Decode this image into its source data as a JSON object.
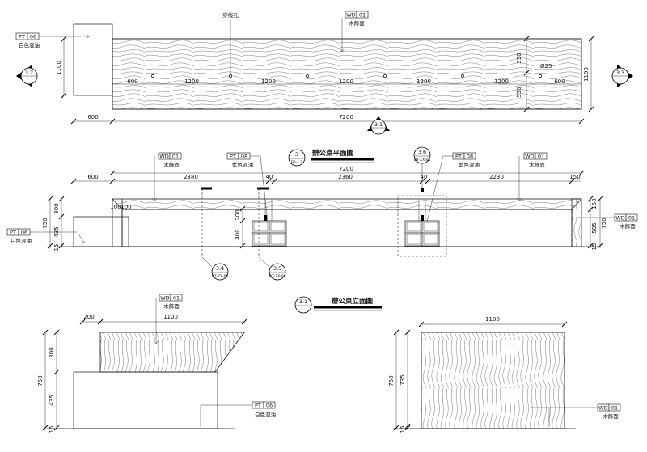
{
  "titles": {
    "plan": "辦公桌平面圖",
    "elevation": "辦公桌立面圖"
  },
  "materials": {
    "wood": {
      "code": "WD",
      "num": "01",
      "desc": "木飾面"
    },
    "white": {
      "code": "PT",
      "num": "06",
      "desc": "白色混油"
    },
    "blue": {
      "code": "PT",
      "num": "08",
      "desc": "藍色混油"
    }
  },
  "notes": {
    "cable_hole": "穿线孔",
    "diameter": "Ø25"
  },
  "bubbles": {
    "plan": {
      "num": "3",
      "ref": "FD-1.0"
    },
    "elev": {
      "num": "3.1",
      "ref": ""
    },
    "sec_a": {
      "num": "3.1",
      "ref": ""
    },
    "left_32": {
      "num": "3.2",
      "ref": ""
    },
    "right_33": {
      "num": "3.3",
      "ref": ""
    },
    "d34": {
      "num": "3.4",
      "ref": "DT-ZX-06"
    },
    "d35": {
      "num": "3.5",
      "ref": "DT-ZX-06"
    },
    "d36": {
      "num": "3.6",
      "ref": "DT-ZX-06"
    }
  },
  "dims": {
    "plan": {
      "depth": "1100",
      "half_a": "550",
      "half_b": "550",
      "seg": [
        "600",
        "1200",
        "1200",
        "1200",
        "1200",
        "1200",
        "600"
      ],
      "side": "600",
      "total": "7200"
    },
    "elev": {
      "left": "600",
      "total": "7200",
      "seg": [
        "2380",
        "40",
        "2360",
        "40",
        "2230",
        "150"
      ],
      "h_top": "300",
      "h_total": "750",
      "h_low": "435",
      "h_base": "15",
      "pl100a": "100",
      "pl100b": "100",
      "dr_top": "200",
      "dr_h": "400",
      "r150": "150",
      "r585": "585",
      "r750": "750",
      "r15": "15"
    },
    "sec_left": {
      "w200": "200",
      "w1100": "1100",
      "h300": "300",
      "h750": "750",
      "h435": "435",
      "h15": "15"
    },
    "sec_right": {
      "w1100": "1100",
      "h750": "750",
      "h735": "735",
      "h15": "15"
    }
  }
}
